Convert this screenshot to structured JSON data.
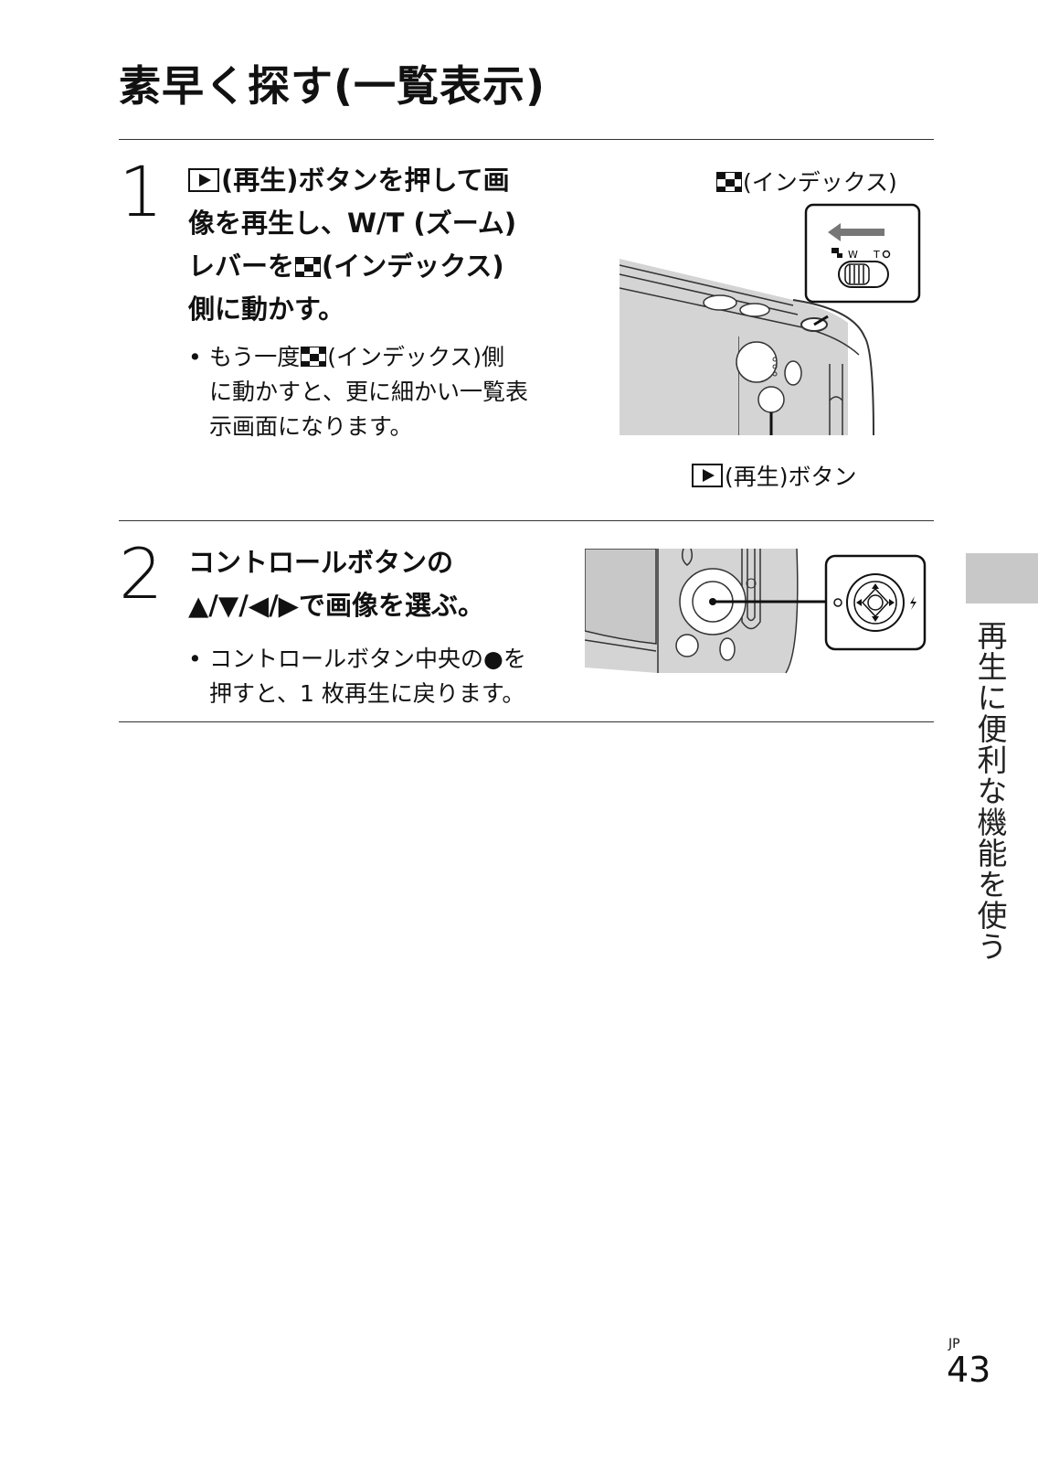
{
  "page": {
    "title": "素早く探す(一覧表示)",
    "side_label": "再生に便利な機能を使う",
    "lang_code": "JP",
    "page_number": "43"
  },
  "step1": {
    "number": "1",
    "line1": "(再生)ボタンを押して画",
    "line2": "像を再生し、W/T (ズーム)",
    "line3_a": "レバーを",
    "line3_b": "(インデックス)",
    "line4": "側に動かす。",
    "note_line1_a": "もう一度",
    "note_line1_b": "(インデックス)側",
    "note_line2": "に動かすと、更に細かい一覧表",
    "note_line3": "示画面になります。",
    "caption_index": "(インデックス)",
    "caption_play": "(再生)ボタン",
    "lever_w": "W",
    "lever_t": "T"
  },
  "step2": {
    "number": "2",
    "line1": "コントロールボタンの",
    "line2": "▲/▼/◀/▶で画像を選ぶ。",
    "note_line1": "コントロールボタン中央の●を",
    "note_line2": "押すと、1 枚再生に戻ります。"
  },
  "icons": [
    "play-icon",
    "index-icon",
    "self-timer-icon",
    "flash-icon",
    "zoom-t-icon"
  ]
}
